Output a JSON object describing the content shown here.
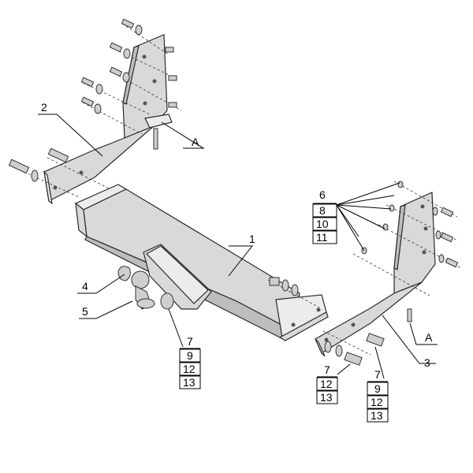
{
  "callouts": {
    "part1": "1",
    "part2": "2",
    "part3": "3",
    "part4": "4",
    "part5": "5",
    "detail_a_top": "A",
    "detail_a_right": "A"
  },
  "stacks": {
    "upper_right": [
      "6",
      "8",
      "10",
      "11"
    ],
    "ball_mount": [
      "7",
      "9",
      "12",
      "13"
    ],
    "lower_left_bolt": [
      "7",
      "12",
      "13"
    ],
    "lower_right_bolt": [
      "7",
      "9",
      "12",
      "13"
    ]
  }
}
